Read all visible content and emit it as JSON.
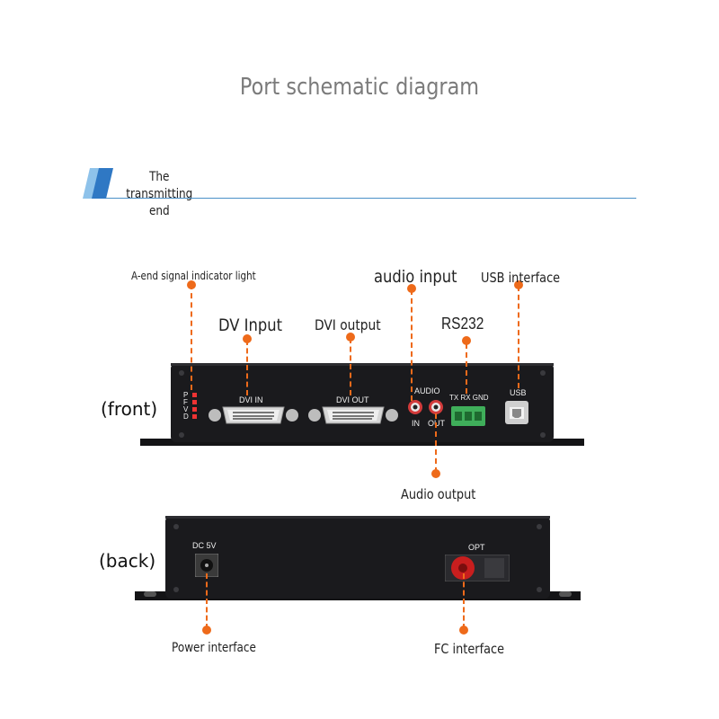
{
  "title": "Port schematic diagram",
  "section": {
    "line1": "The transmitting",
    "line2": "end"
  },
  "side_labels": {
    "front": "(front)",
    "back": "(back)"
  },
  "callouts": {
    "indicator": "A-end signal indicator light",
    "dv_input": "DV Input",
    "dvi_output": "DVI output",
    "audio_input": "audio input",
    "rs232": "RS232",
    "usb": "USB interface",
    "audio_output": "Audio output",
    "power": "Power interface",
    "fc": "FC interface"
  },
  "front_panel": {
    "led_letters": "P F V D",
    "dvi_in": "DVI   IN",
    "dvi_out": "DVI   OUT",
    "audio": "AUDIO",
    "audio_in": "IN",
    "audio_out": "OUT",
    "rs232_pins": "TX RX GND",
    "usb": "USB"
  },
  "back_panel": {
    "dc": "DC 5V",
    "opt": "OPT"
  },
  "colors": {
    "accent": "#ee6a1a",
    "device": "#1a1a1d",
    "section_line": "#4a90c8",
    "terminal": "#3fae5a",
    "optical": "#c81e1e"
  }
}
